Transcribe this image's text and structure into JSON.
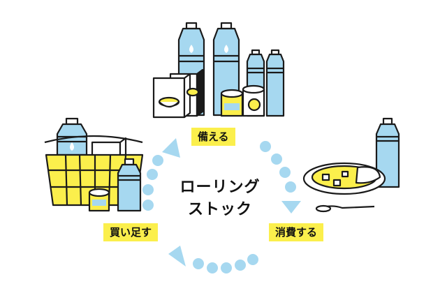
{
  "diagram": {
    "center_lines": [
      "ローリング",
      "ストック"
    ],
    "steps": {
      "prepare": "備える",
      "consume": "消費する",
      "replenish": "買い足す"
    }
  },
  "colors": {
    "label_bg": "#fbef4c",
    "dot_blue": "#a6d8f0",
    "water_blue": "#a6d8f0",
    "accent_yellow": "#fbef4c",
    "outline": "#1a1a1a"
  },
  "icons": [
    "water-bottle-icon",
    "food-box-icon",
    "canned-food-icon",
    "shopping-basket-icon",
    "curry-plate-icon",
    "spoon-icon",
    "arrow-icon"
  ]
}
